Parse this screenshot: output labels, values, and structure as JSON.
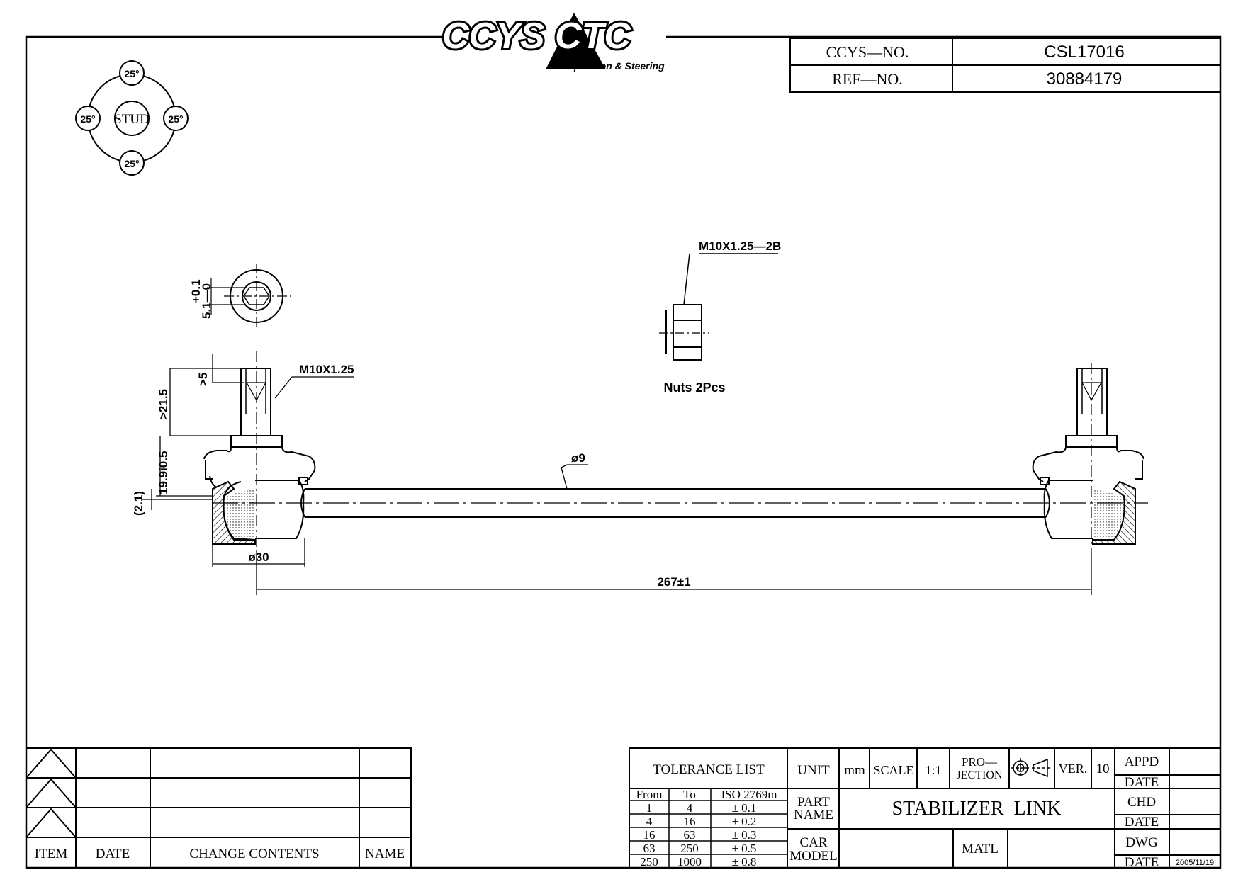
{
  "logo": {
    "brand": "CCYS CTC",
    "tagline": "Suspension & Steering"
  },
  "header": {
    "ccys_no_label": "CCYS—NO.",
    "ccys_no_value": "CSL17016",
    "ref_no_label": "REF—NO.",
    "ref_no_value": "30884179"
  },
  "stud": {
    "center_label": "STUD",
    "angle_top": "25°",
    "angle_left": "25°",
    "angle_right": "25°",
    "angle_bottom": "25°"
  },
  "dimensions": {
    "hex_tol_plus": "+0.1",
    "hex_tol_size": "5.1—0",
    "nut_thread": "M10X1.25—2B",
    "nuts_note": "Nuts 2Pcs",
    "stud_thread": "M10X1.25",
    "thread_depth": ">5",
    "stud_length": ">21.5",
    "collar_height": "19.9i0.5",
    "offset": "(2.1)",
    "rod_dia": "ø9",
    "housing_dia": "ø30",
    "length": "267±1"
  },
  "revision_block": {
    "item_label": "ITEM",
    "date_label": "DATE",
    "change_label": "CHANGE CONTENTS",
    "name_label": "NAME"
  },
  "title_block": {
    "tolerance_title": "TOLERANCE LIST",
    "tol_headers": [
      "From",
      "To",
      "ISO 2769m"
    ],
    "tol_rows": [
      [
        "1",
        "4",
        "±  0.1"
      ],
      [
        "4",
        "16",
        "±  0.2"
      ],
      [
        "16",
        "63",
        "±  0.3"
      ],
      [
        "63",
        "250",
        "±  0.5"
      ],
      [
        "250",
        "1000",
        "±  0.8"
      ]
    ],
    "unit_label": "UNIT",
    "unit_value": "mm",
    "scale_label": "SCALE",
    "scale_value": "1:1",
    "projection_label_1": "PRO—",
    "projection_label_2": "JECTION",
    "ver_label": "VER.",
    "ver_value": "10",
    "part_name_label_1": "PART",
    "part_name_label_2": "NAME",
    "part_name_value": "STABILIZER  LINK",
    "car_model_label_1": "CAR",
    "car_model_label_2": "MODEL",
    "matl_label": "MATL",
    "appd_label": "APPD",
    "date_label_1": "DATE",
    "chd_label": "CHD",
    "date_label_2": "DATE",
    "dwg_label": "DWG",
    "date_label_3": "DATE",
    "dwg_date": "2005/11/19"
  }
}
